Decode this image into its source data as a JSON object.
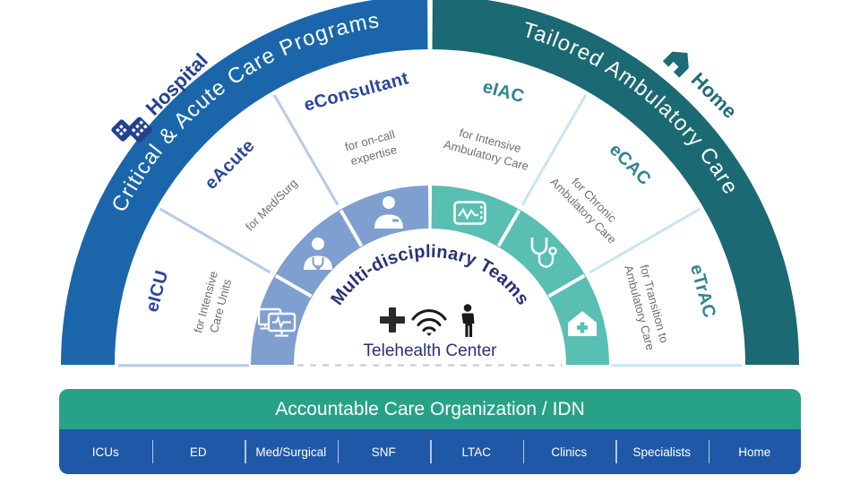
{
  "arc": {
    "left": {
      "badge_label": "Hospital",
      "title": "Critical & Acute Care Programs",
      "segments": [
        {
          "name": "eICU",
          "desc": "for Intensive Care Units"
        },
        {
          "name": "eAcute",
          "desc": "for Med/Surg"
        },
        {
          "name": "eConsultant",
          "desc": "for on-call expertise"
        }
      ]
    },
    "right": {
      "badge_label": "Home",
      "title": "Tailored Ambulatory Care",
      "segments": [
        {
          "name": "eIAC",
          "desc": "for Intensive Ambulatory Care"
        },
        {
          "name": "eCAC",
          "desc": "for Chronic Ambulatory Care"
        },
        {
          "name": "eTrAC",
          "desc": "for Transition to Ambulatory Care"
        }
      ]
    },
    "center": {
      "curved_title": "Multi-disciplinary Teams",
      "label": "Telehealth Center",
      "icons": [
        "plus-icon",
        "wifi-icon",
        "person-icon"
      ]
    },
    "ring_icons": [
      "dual-monitor-ecg-icon",
      "doctor-stethoscope-icon",
      "clinician-icon",
      "patient-monitor-icon",
      "stethoscope-icon",
      "home-plus-icon"
    ]
  },
  "bottom": {
    "org_label": "Accountable Care Organization / IDN",
    "sites": [
      "ICUs",
      "ED",
      "Med/Surgical",
      "SNF",
      "LTAC",
      "Clinics",
      "Specialists",
      "Home"
    ]
  },
  "palette": {
    "outer_blue": "#1B66AB",
    "outer_teal": "#1B6973",
    "inner_blue": "#7E9FD0",
    "inner_teal": "#58BFB2",
    "label_blue": "#2B479C",
    "label_teal": "#33838F",
    "hospital_navy": "#24418F",
    "home_teal": "#1E6B78",
    "center_navy": "#283273",
    "desc_gray": "#6E6E6E",
    "divider_blue": "#B5CBE6",
    "divider_teal": "#C7E6F0",
    "org_bar_green": "#27A287",
    "sites_bar_blue": "#2058A8"
  }
}
